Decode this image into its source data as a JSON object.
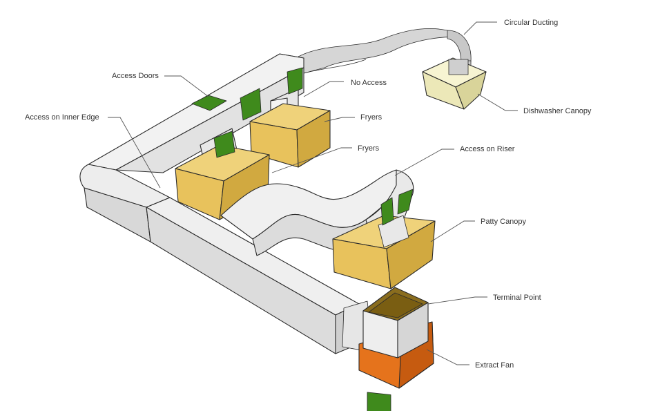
{
  "labels": {
    "circular_ducting": "Circular Ducting",
    "access_doors": "Access Doors",
    "no_access": "No Access",
    "access_inner_edge": "Access on Inner Edge",
    "fryers_1": "Fryers",
    "dishwasher_canopy": "Dishwasher Canopy",
    "fryers_2": "Fryers",
    "access_on_riser": "Access on Riser",
    "patty_canopy": "Patty Canopy",
    "terminal_point": "Terminal Point",
    "extract_fan": "Extract Fan"
  },
  "colors": {
    "duct_top": "#f2f2f2",
    "duct_side": "#dcdcdc",
    "duct_dark": "#c4c4c4",
    "canopy_top": "#efd27a",
    "canopy_front": "#e8c25c",
    "canopy_side": "#d1a940",
    "dish_top": "#f7f4d2",
    "dish_front": "#ece8b8",
    "dish_side": "#d9d49a",
    "access_door": "#3f8a1c",
    "fan": "#e5731c",
    "fan_dark": "#c65b10"
  }
}
